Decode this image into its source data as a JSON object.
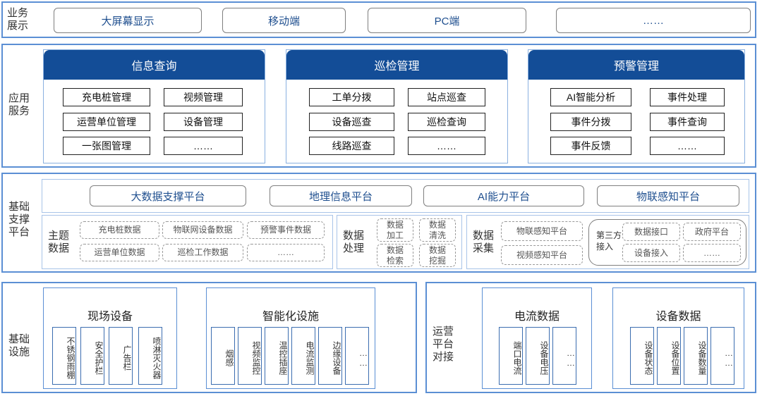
{
  "business": {
    "label": "业务\n展示",
    "items": [
      "大屏幕显示",
      "移动端",
      "PC端",
      "……"
    ]
  },
  "application": {
    "label": "应用\n服务",
    "cards": [
      {
        "title": "信息查询",
        "items": [
          "充电桩管理",
          "视频管理",
          "运营单位管理",
          "设备管理",
          "一张图管理",
          "……"
        ]
      },
      {
        "title": "巡检管理",
        "items": [
          "工单分拨",
          "站点巡查",
          "设备巡查",
          "巡检查询",
          "线路巡查",
          "……"
        ]
      },
      {
        "title": "预警管理",
        "items": [
          "AI智能分析",
          "事件处理",
          "事件分拨",
          "事件查询",
          "事件反馈",
          "……"
        ]
      }
    ]
  },
  "support": {
    "label": "基础\n支撑\n平台",
    "platforms": [
      "大数据支撑平台",
      "地理信息平台",
      "AI能力平台",
      "物联感知平台"
    ],
    "theme": {
      "label": "主题\n数据",
      "items": [
        "充电桩数据",
        "物联网设备数据",
        "预警事件数据",
        "运营单位数据",
        "巡检工作数据",
        "……"
      ]
    },
    "processing": {
      "label": "数据\n处理",
      "items": [
        "数据\n加工",
        "数据\n清洗",
        "数据\n检索",
        "数据\n挖掘"
      ]
    },
    "collection": {
      "label": "数据\n采集",
      "items": [
        "物联感知平台",
        "视频感知平台"
      ],
      "third_party": {
        "label": "第三方\n接入",
        "items": [
          "数据接口",
          "政府平台",
          "设备接入",
          "……"
        ]
      }
    }
  },
  "infrastructure": {
    "label": "基础\n设施",
    "field": {
      "title": "现场设备",
      "items": [
        "不锈钢雨棚",
        "安全护栏",
        "广告栏",
        "喷淋灭火器"
      ]
    },
    "smart": {
      "title": "智能化设施",
      "items": [
        "烟感",
        "视频监控",
        "温控插座",
        "电流监测",
        "边缘设备",
        "……"
      ]
    }
  },
  "operation": {
    "label": "运营\n平台\n对接",
    "current": {
      "title": "电流数据",
      "items": [
        "端口电流",
        "设备电压",
        "……"
      ]
    },
    "device": {
      "title": "设备数据",
      "items": [
        "设备状态",
        "设备位置",
        "设备数量",
        "……"
      ]
    }
  }
}
